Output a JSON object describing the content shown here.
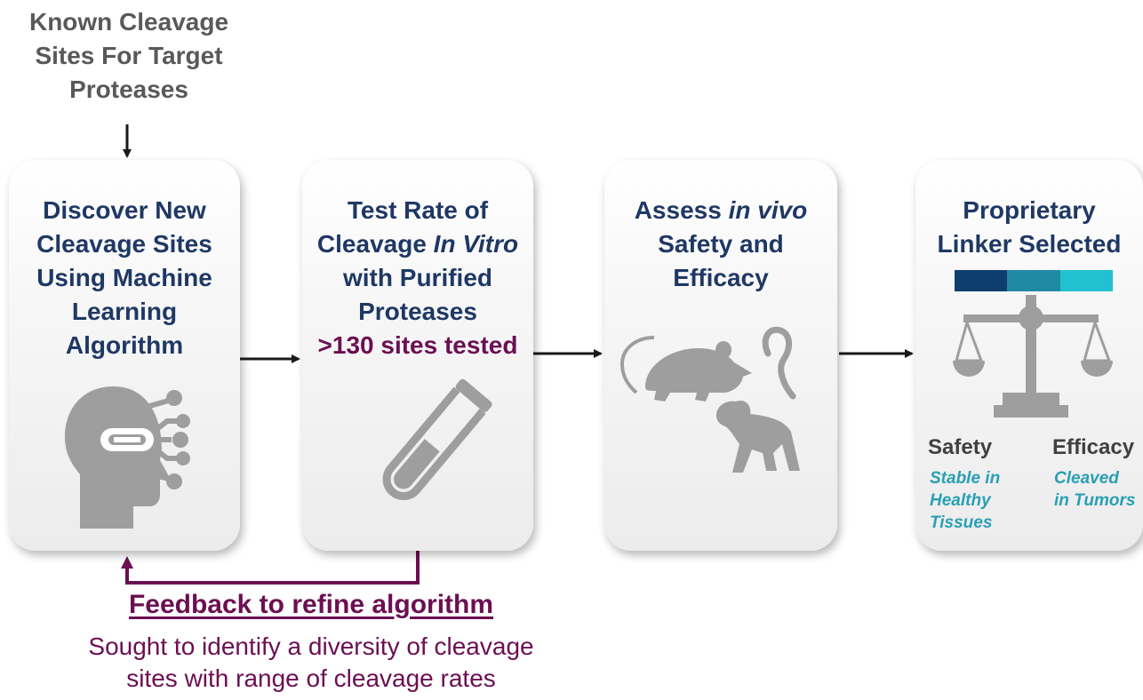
{
  "top_label": {
    "line1": "Known Cleavage",
    "line2": "Sites For Target",
    "line3": "Proteases"
  },
  "steps": [
    {
      "lines": [
        "Discover New",
        "Cleavage Sites",
        "Using Machine",
        "Learning",
        "Algorithm"
      ],
      "icon": "ai-head-icon"
    },
    {
      "lines": [
        "Test Rate of",
        "Cleavage ",
        "In Vitro",
        "with Purified",
        "Proteases"
      ],
      "sub": ">130 sites tested",
      "icon": "test-tube-icon"
    },
    {
      "lines": [
        "Assess ",
        "in vivo",
        "Safety and",
        "Efficacy"
      ],
      "icon": "mouse-monkey-icon"
    },
    {
      "lines": [
        "Proprietary",
        "Linker Selected"
      ],
      "icon": "balance-scale-icon",
      "bar_colors": [
        "#0f3e6e",
        "#1f8aa3",
        "#22c1cf"
      ],
      "safety": {
        "label": "Safety",
        "desc": [
          "Stable in",
          "Healthy",
          "Tissues"
        ]
      },
      "efficacy": {
        "label": "Efficacy",
        "desc": [
          "Cleaved",
          "in Tumors"
        ]
      }
    }
  ],
  "feedback": {
    "title": "Feedback to refine algorithm",
    "desc_line1": "Sought to identify a diversity of cleavage",
    "desc_line2": "sites with range of cleavage rates"
  },
  "colors": {
    "title_navy": "#1f3864",
    "purple": "#6b0f52",
    "gray_icon": "#9e9e9e",
    "teal": "#2a9fb4"
  }
}
